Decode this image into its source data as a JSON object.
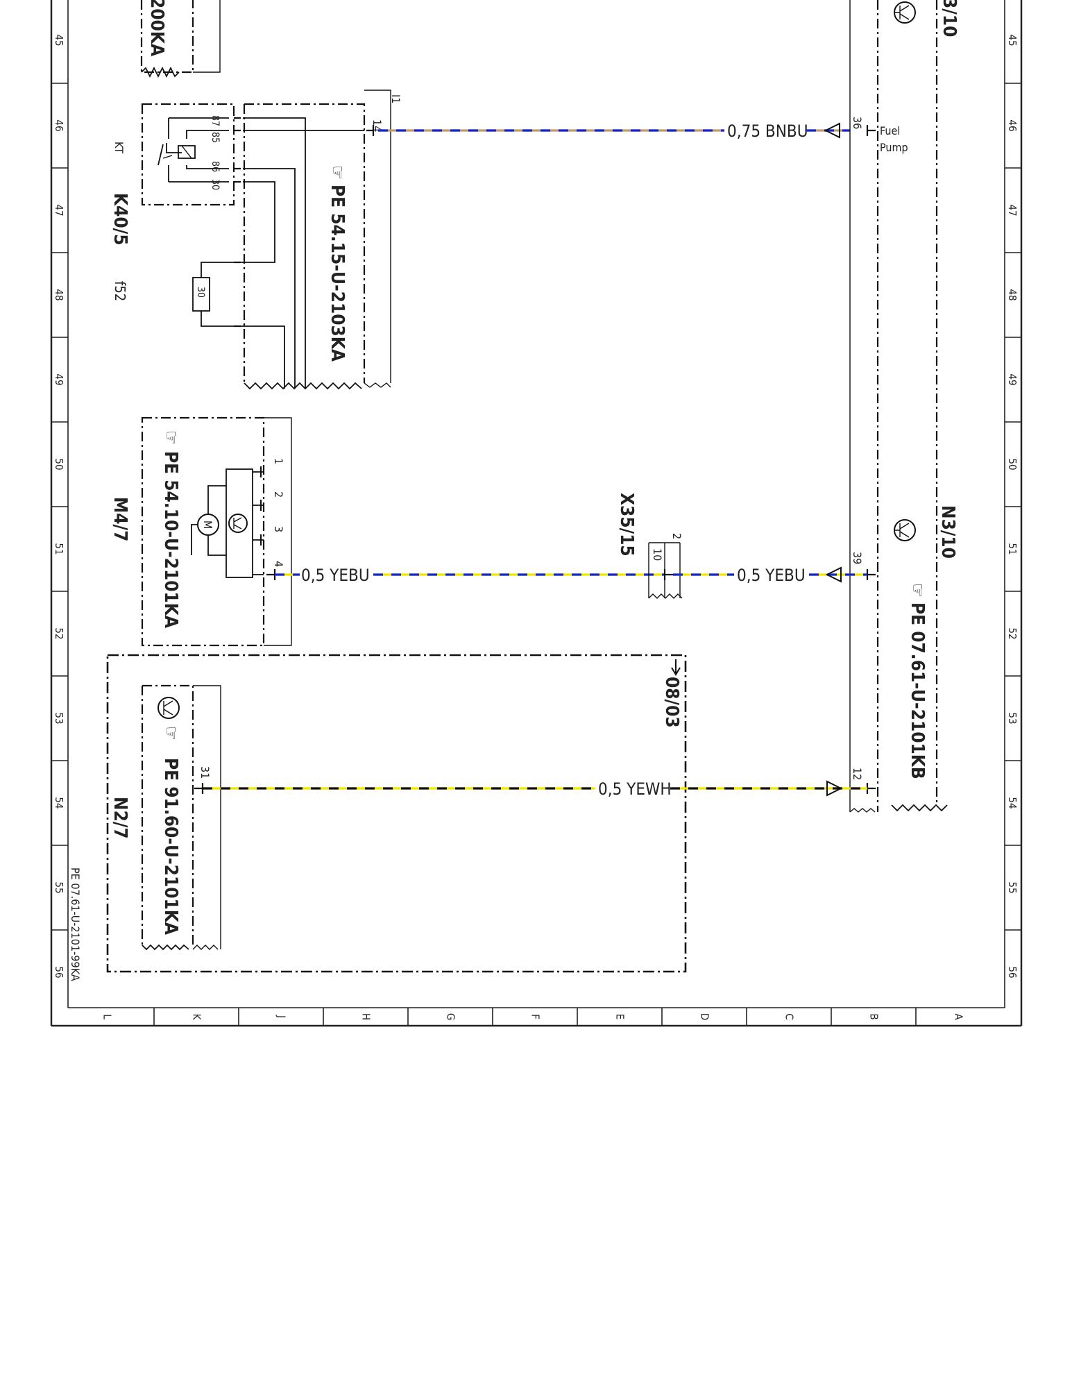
{
  "grid": {
    "rows": [
      "45",
      "46",
      "47",
      "48",
      "49",
      "50",
      "51",
      "52",
      "53",
      "54",
      "55",
      "56"
    ],
    "columns": [
      "L",
      "K",
      "J",
      "H",
      "G",
      "F",
      "E",
      "D",
      "C",
      "B",
      "A"
    ]
  },
  "page_ref": "PE 07.61-U-2101-99KA",
  "components": {
    "top_left_ref": "200KA",
    "top_right_name": "3/10",
    "k40": {
      "name": "K40/5",
      "relay": "KT",
      "fuse": "f52",
      "fuse_value": "30",
      "pins": [
        "87",
        "85",
        "86",
        "30"
      ],
      "ref": "PE 54.15-U-2103KA",
      "ext": "I1",
      "pin": "14"
    },
    "m47": {
      "name": "M4/7",
      "ref": "PE 54.10-U-2101KA",
      "pins": [
        "1",
        "2",
        "3",
        "4"
      ],
      "motor": "M"
    },
    "x35": {
      "name": "X35/15",
      "pin": "2",
      "inner": "10"
    },
    "n310": {
      "name": "N3/10",
      "ref": "PE 07.61-U-2101KB",
      "pins": [
        "36",
        "39",
        "12"
      ],
      "fuel_pump_line1": "Fuel",
      "fuel_pump_line2": "Pump"
    },
    "n27": {
      "name": "N2/7",
      "ref": "PE 91.60-U-2101KA",
      "pin": "31"
    },
    "area_ref": "08/03"
  },
  "wires": [
    {
      "id": "w1",
      "label": "0,75 BNBU",
      "colors": [
        "#c49a6c",
        "#1428c8"
      ]
    },
    {
      "id": "w2",
      "label": "0,5 YEBU",
      "colors": [
        "#f2e600",
        "#1428c8"
      ]
    },
    {
      "id": "w3",
      "label": "0,5 YEBU",
      "colors": [
        "#f2e600",
        "#1428c8"
      ]
    },
    {
      "id": "w4",
      "label": "0,5 YEWH",
      "colors": [
        "#f2e600",
        "#111111"
      ]
    }
  ]
}
